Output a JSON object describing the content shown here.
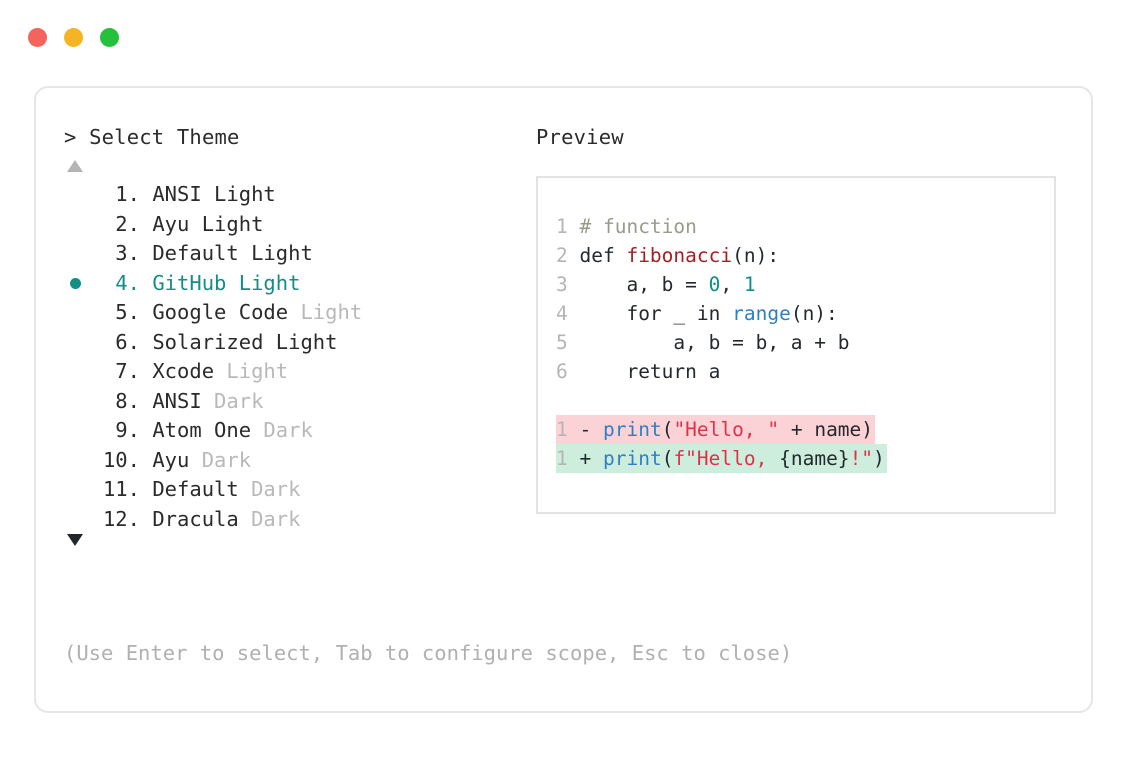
{
  "window": {
    "dots": [
      {
        "name": "close-dot",
        "color": "#f4635c"
      },
      {
        "name": "minimize-dot",
        "color": "#f5b423"
      },
      {
        "name": "maximize-dot",
        "color": "#25c03c"
      }
    ]
  },
  "left": {
    "prompt": "> Select Theme",
    "scroll_up_indicator": "▲",
    "scroll_down_indicator": "▼",
    "selected_index": 4,
    "bullet_color": "#148f86",
    "items": [
      {
        "num": " 1.",
        "name": "ANSI Light",
        "suffix": "",
        "suffix_dim": false,
        "selected": false
      },
      {
        "num": " 2.",
        "name": "Ayu Light",
        "suffix": "",
        "suffix_dim": false,
        "selected": false
      },
      {
        "num": " 3.",
        "name": "Default Light",
        "suffix": "",
        "suffix_dim": false,
        "selected": false
      },
      {
        "num": " 4.",
        "name": "GitHub Light",
        "suffix": "",
        "suffix_dim": false,
        "selected": true
      },
      {
        "num": " 5.",
        "name": "Google Code",
        "suffix": " Light",
        "suffix_dim": true,
        "selected": false
      },
      {
        "num": " 6.",
        "name": "Solarized Light",
        "suffix": "",
        "suffix_dim": false,
        "selected": false
      },
      {
        "num": " 7.",
        "name": "Xcode",
        "suffix": " Light",
        "suffix_dim": true,
        "selected": false
      },
      {
        "num": " 8.",
        "name": "ANSI",
        "suffix": " Dark",
        "suffix_dim": true,
        "selected": false
      },
      {
        "num": " 9.",
        "name": "Atom One",
        "suffix": " Dark",
        "suffix_dim": true,
        "selected": false
      },
      {
        "num": "10.",
        "name": "Ayu",
        "suffix": " Dark",
        "suffix_dim": true,
        "selected": false
      },
      {
        "num": "11.",
        "name": "Default",
        "suffix": " Dark",
        "suffix_dim": true,
        "selected": false
      },
      {
        "num": "12.",
        "name": "Dracula",
        "suffix": " Dark",
        "suffix_dim": true,
        "selected": false
      }
    ]
  },
  "right": {
    "title": "Preview",
    "code_lines": [
      {
        "ln": "1",
        "tokens": [
          {
            "t": " # function",
            "c": "comment"
          }
        ]
      },
      {
        "ln": "2",
        "tokens": [
          {
            "t": " def ",
            "c": "kw"
          },
          {
            "t": "fibonacci",
            "c": "fn"
          },
          {
            "t": "(n):",
            "c": "plain"
          }
        ]
      },
      {
        "ln": "3",
        "tokens": [
          {
            "t": "     a, b = ",
            "c": "plain"
          },
          {
            "t": "0",
            "c": "num"
          },
          {
            "t": ", ",
            "c": "plain"
          },
          {
            "t": "1",
            "c": "num"
          }
        ]
      },
      {
        "ln": "4",
        "tokens": [
          {
            "t": "     for _ in ",
            "c": "kw"
          },
          {
            "t": "range",
            "c": "call"
          },
          {
            "t": "(n):",
            "c": "plain"
          }
        ]
      },
      {
        "ln": "5",
        "tokens": [
          {
            "t": "         a, b = b, a + b",
            "c": "plain"
          }
        ]
      },
      {
        "ln": "6",
        "tokens": [
          {
            "t": "     return a",
            "c": "kw"
          }
        ]
      }
    ],
    "diff_lines": [
      {
        "ln": "1",
        "marker": " - ",
        "kind": "removed",
        "bg": "#fbd3d6",
        "tokens": [
          {
            "t": "print",
            "c": "call"
          },
          {
            "t": "(",
            "c": "plain"
          },
          {
            "t": "\"Hello, \"",
            "c": "str"
          },
          {
            "t": " + name)",
            "c": "plain"
          }
        ]
      },
      {
        "ln": "1",
        "marker": " + ",
        "kind": "added",
        "bg": "#cdeedd",
        "tokens": [
          {
            "t": "print",
            "c": "call"
          },
          {
            "t": "(",
            "c": "plain"
          },
          {
            "t": "f\"Hello, ",
            "c": "str"
          },
          {
            "t": "{name}",
            "c": "plain"
          },
          {
            "t": "!\"",
            "c": "str"
          },
          {
            "t": ")",
            "c": "plain"
          }
        ]
      }
    ]
  },
  "footer": {
    "hint": "(Use Enter to select, Tab to configure scope, Esc to close)"
  }
}
